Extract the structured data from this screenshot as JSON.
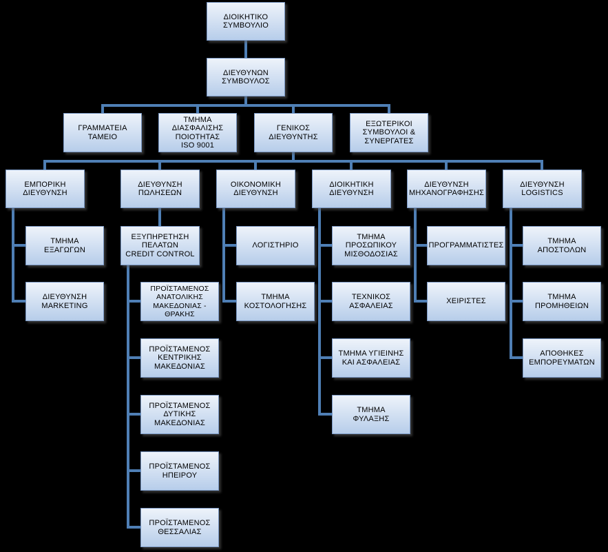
{
  "colors": {
    "connector": "#4f7fb5",
    "background": "#000000"
  },
  "nodes": {
    "board": "ΔΙΟΙΚΗΤΙΚΟ\nΣΥΜΒΟΥΛΙΟ",
    "ceo": "ΔΙΕΥΘΥΝΩΝ\nΣΥΜΒΟΥΛΟΣ",
    "secretariat": "ΓΡΑΜΜΑΤΕΙΑ\nΤΑΜΕΙΟ",
    "quality": "ΤΜΗΜΑ\nΔΙΑΣΦΑΛΙΣΗΣ\nΠΟΙΟΤΗΤΑΣ\nISO 9001",
    "general_manager": "ΓΕΝΙΚΟΣ\nΔΙΕΥΘΥΝΤΗΣ",
    "external": "ΕΞΩΤΕΡΙΚΟΙ\nΣΥΜΒΟΥΛΟΙ &\nΣΥΝΕΡΓΑΤΕΣ",
    "commercial": "ΕΜΠΟΡΙΚΗ\nΔΙΕΥΘΥΝΣΗ",
    "exports": "ΤΜΗΜΑ\nΕΞΑΓΩΓΩΝ",
    "marketing": "ΔΙΕΥΘΥΝΣΗ\nMARKETING",
    "sales": "ΔΙΕΥΘΥΝΣΗ\nΠΩΛΗΣΕΩΝ",
    "customer_service": "ΕΞΥΠΗΡΕΤΗΣΗ\nΠΕΛΑΤΩΝ\nCREDIT CONTROL",
    "east_macedonia": "ΠΡΟΪΣΤΑΜΕΝΟΣ\nΑΝΑΤΟΛΙΚΗΣ\nΜΑΚΕΔΟΝΙΑΣ -\nΘΡΑΚΗΣ",
    "central_macedonia": "ΠΡΟΪΣΤΑΜΕΝΟΣ\nΚΕΝΤΡΙΚΗΣ\nΜΑΚΕΔΟΝΙΑΣ",
    "west_macedonia": "ΠΡΟΪΣΤΑΜΕΝΟΣ\nΔΥΤΙΚΗΣ\nΜΑΚΕΔΟΝΙΑΣ",
    "epirus": "ΠΡΟΪΣΤΑΜΕΝΟΣ\nΗΠΕΙΡΟΥ",
    "thessaly": "ΠΡΟΪΣΤΑΜΕΝΟΣ\nΘΕΣΣΑΛΙΑΣ",
    "financial": "ΟΙΚΟΝΟΜΙΚΗ\nΔΙΕΥΘΥΝΣΗ",
    "accounting": "ΛΟΓΙΣΤΗΡΙΟ",
    "costing": "ΤΜΗΜΑ\nΚΟΣΤΟΛΟΓΗΣΗΣ",
    "administrative": "ΔΙΟΙΚΗΤΙΚΗ\nΔΙΕΥΘΥΝΣΗ",
    "personnel": "ΤΜΗΜΑ\nΠΡΟΣΩΠΙΚΟΥ\nΜΙΣΘΟΔΟΣΙΑΣ",
    "technical_safety": "ΤΕΧΝΙΚΟΣ\nΑΣΦΑΛΕΙΑΣ",
    "hygiene_safety": "ΤΜΗΜΑ ΥΓΙΕΙΝΗΣ\nΚΑΙ ΑΣΦΑΛΕΙΑΣ",
    "security": "ΤΜΗΜΑ\nΦΥΛΑΞΗΣ",
    "it": "ΔΙΕΥΘΥΝΣΗ\nΜΗΧΑΝΟΓΡΑΦΗΣΗΣ",
    "programmers": "ΠΡΟΓΡΑΜΜΑΤΙΣΤΕΣ",
    "operators": "ΧΕΙΡΙΣΤΕΣ",
    "logistics": "ΔΙΕΥΘΥΝΣΗ\nLOGISTICS",
    "shipping": "ΤΜΗΜΑ\nΑΠΟΣΤΟΛΩΝ",
    "procurement": "ΤΜΗΜΑ\nΠΡΟΜΗΘΕΙΩΝ",
    "warehouses": "ΑΠΟΘΗΚΕΣ\nΕΜΠΟΡΕΥΜΑΤΩΝ"
  }
}
